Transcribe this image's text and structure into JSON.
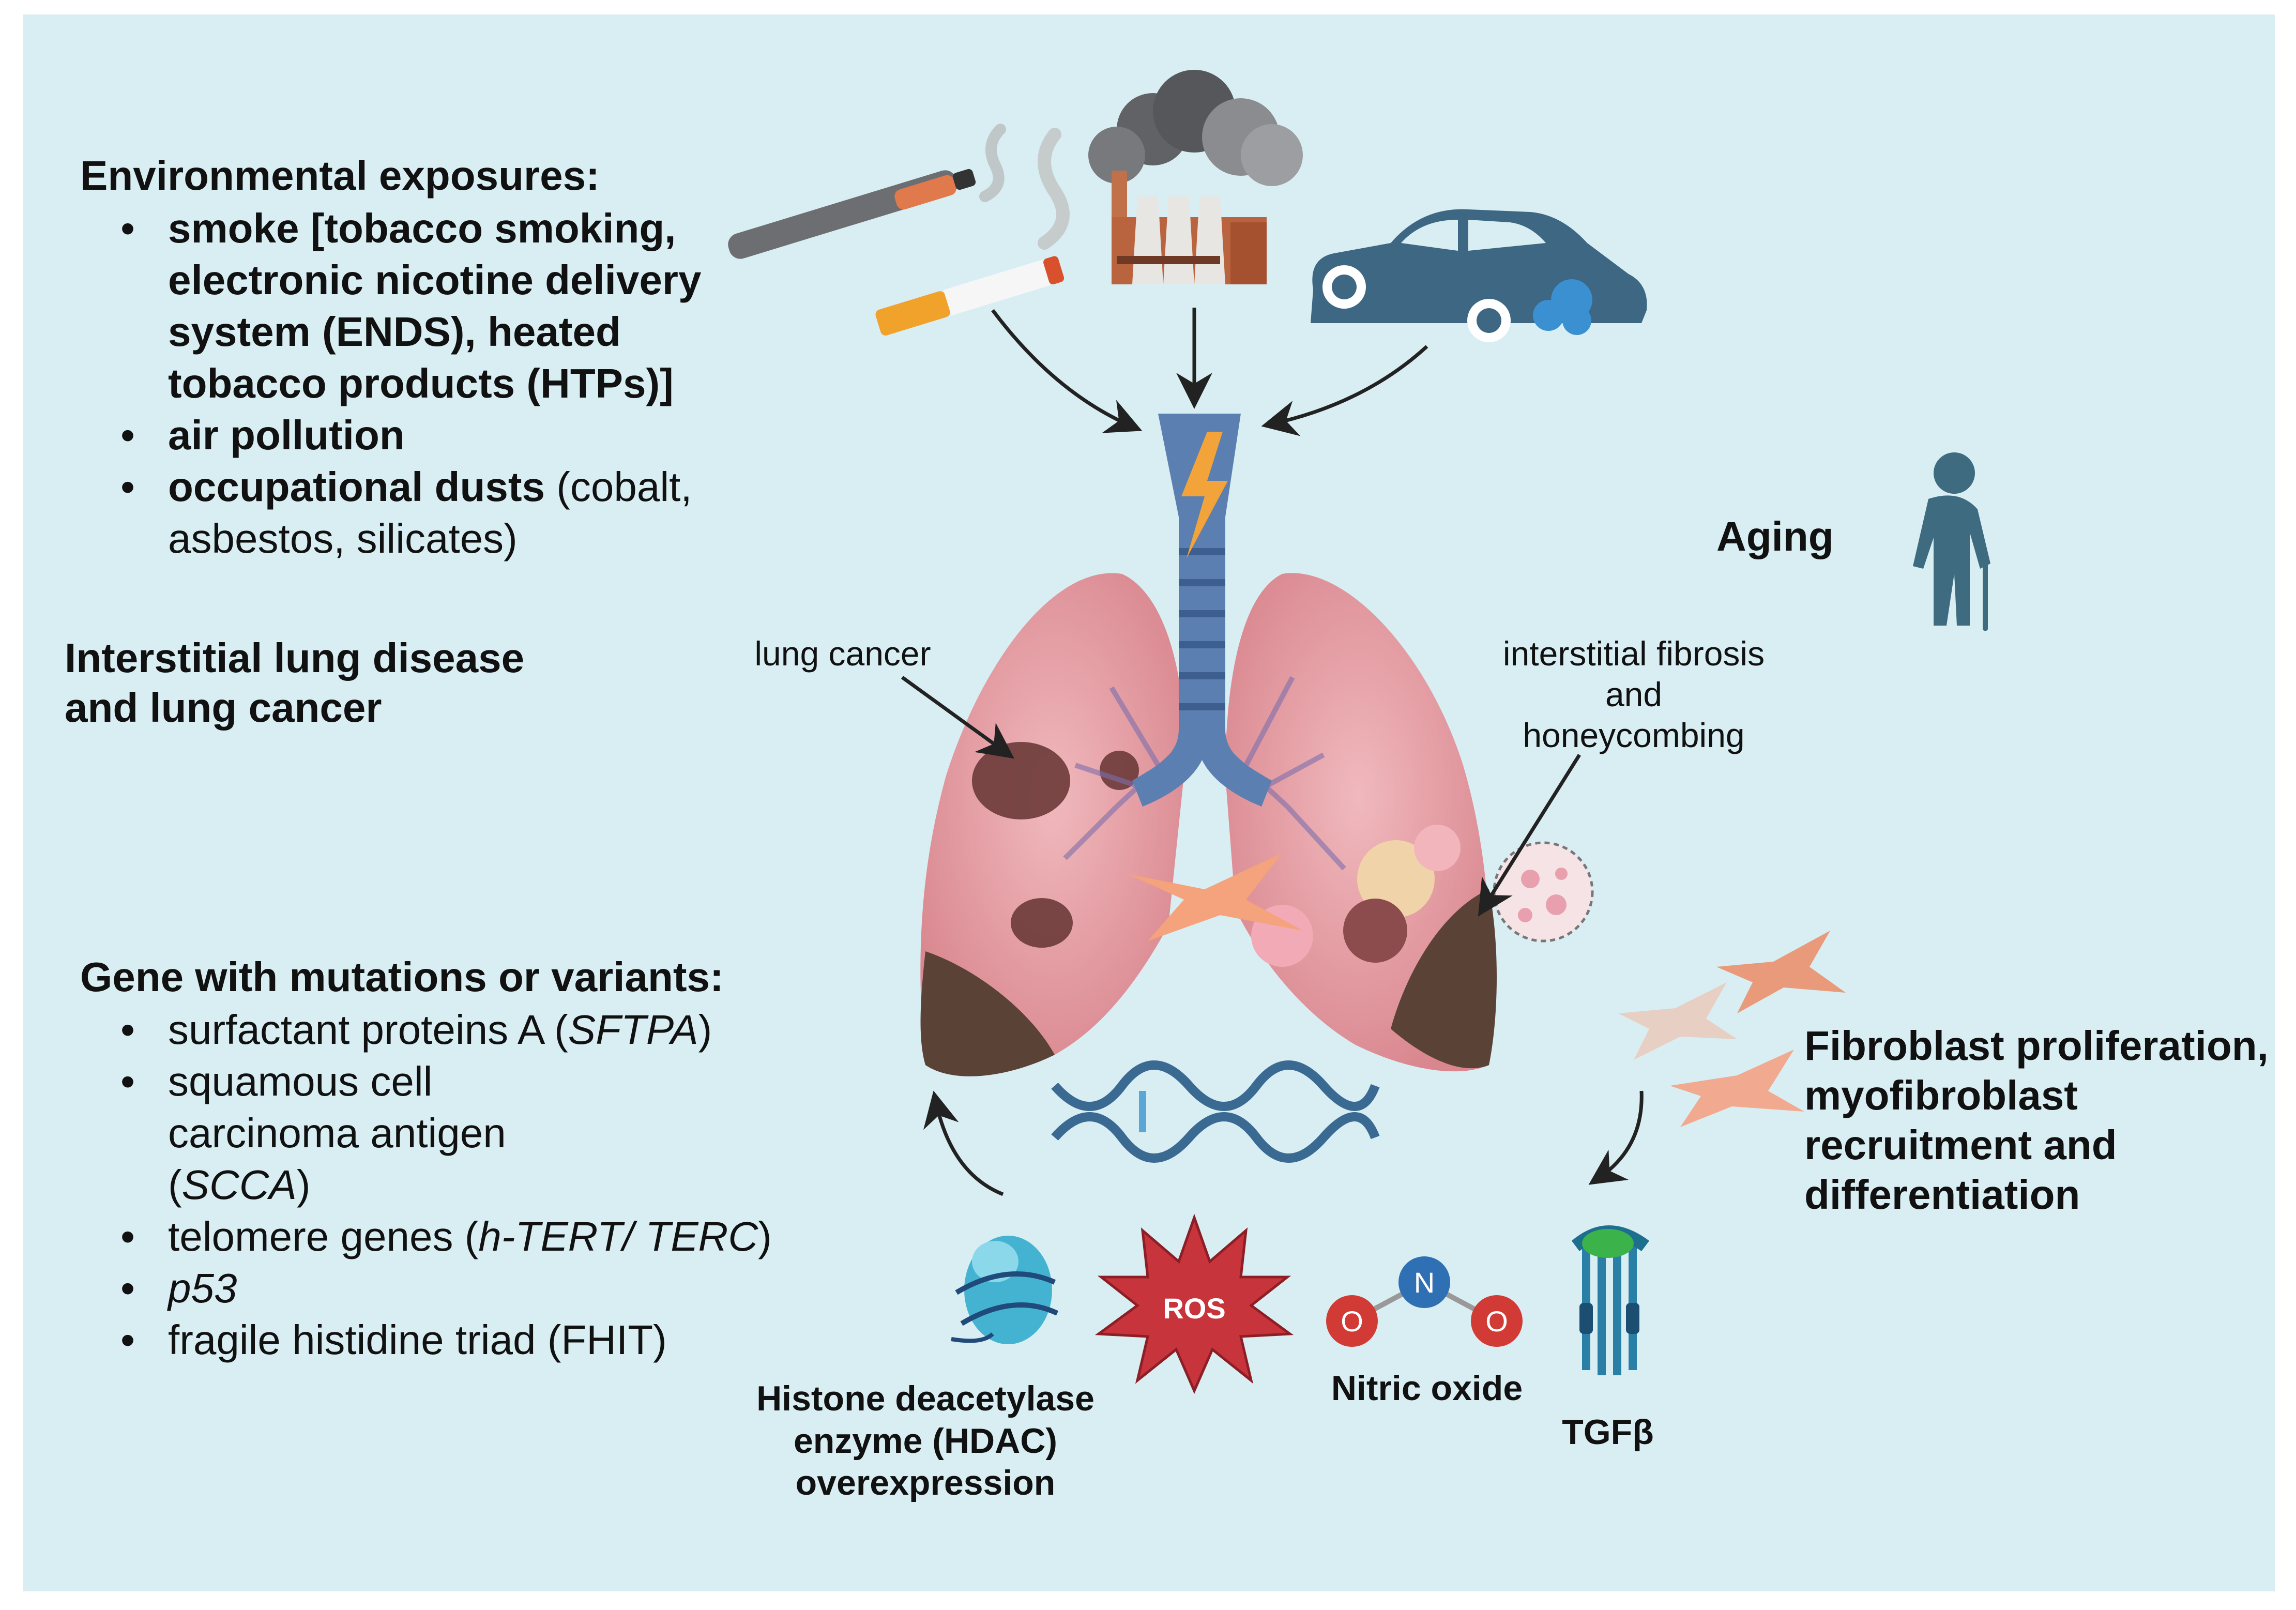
{
  "environmental": {
    "heading": "Environmental exposures:",
    "items": [
      {
        "bold": "smoke [tobacco smoking, electronic nicotine delivery system (ENDS), heated tobacco products (HTPs)]",
        "normal": ""
      },
      {
        "bold": "air pollution",
        "normal": ""
      },
      {
        "bold": "occupational dusts",
        "normal": " (cobalt, asbestos, silicates)"
      }
    ]
  },
  "ild_title": "Interstitial lung disease and lung cancer",
  "genes": {
    "heading": "Gene with mutations or variants:",
    "items": [
      {
        "pre": "surfactant proteins A (",
        "ital": "SFTPA",
        "post": ")"
      },
      {
        "pre": "squamous cell carcinoma antigen (",
        "ital": "SCCA",
        "post": ")"
      },
      {
        "pre": "telomere genes (",
        "ital": "h-TERT/ TERC",
        "post": ")"
      },
      {
        "pre": "",
        "ital": "p53",
        "post": ""
      },
      {
        "pre": "fragile histidine triad (FHIT)",
        "ital": "",
        "post": ""
      }
    ]
  },
  "labels": {
    "lung_cancer": "lung cancer",
    "fibrosis": "interstitial fibrosis and honeycombing",
    "aging": "Aging",
    "fibroblast": "Fibroblast proliferation, myofibroblast recruitment and differentiation",
    "hdac": "Histone deacetylase enzyme (HDAC) overexpression",
    "ros": "ROS",
    "nitric_oxide": "Nitric oxide",
    "no_n": "N",
    "no_o1": "O",
    "no_o2": "O",
    "tgf": "TGFβ"
  },
  "colors": {
    "background": "#d8eef3",
    "lung": "#e8a6ab",
    "trachea": "#5b7fb0",
    "car": "#3d6782",
    "ros": "#c7343b",
    "figure": "#3e6b80",
    "dna": "#3a6a92"
  },
  "icons": [
    "e-cigarette-icon",
    "cigarette-icon",
    "factory-icon",
    "car-icon",
    "lightning-icon",
    "elderly-person-icon",
    "fibroblast-icon",
    "dna-icon",
    "histone-icon",
    "ros-icon",
    "nitric-oxide-molecule-icon",
    "tgf-receptor-icon"
  ]
}
